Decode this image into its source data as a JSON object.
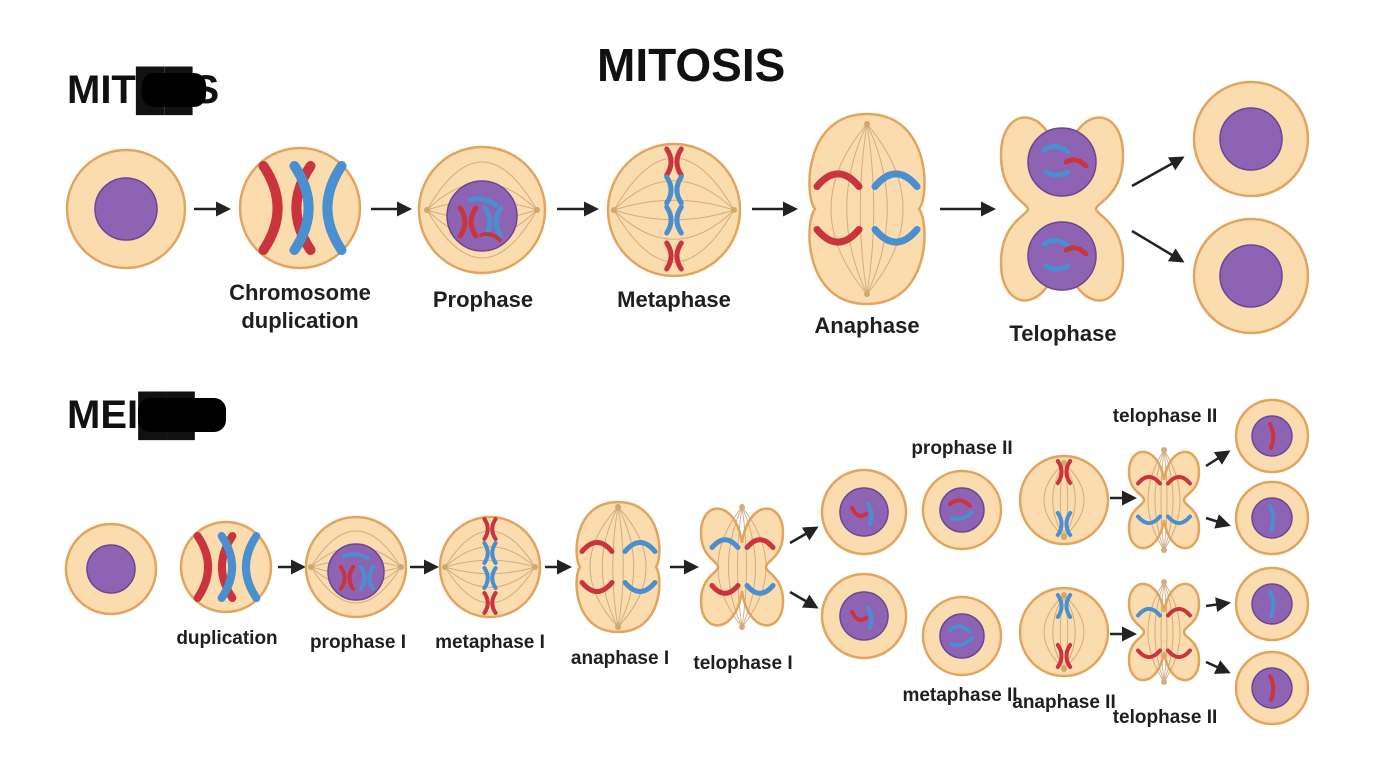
{
  "title": "MITOSIS",
  "colors": {
    "cell_fill": "#fadcaf",
    "cell_stroke": "#e1a55e",
    "nucleus": "#8e63b4",
    "chromosome_red": "#c9343d",
    "chromosome_blue": "#4a8fcf",
    "arrow": "#222222"
  },
  "mitosis": {
    "heading": "MIT██S",
    "labels": {
      "duplication_line1": "Chromosome",
      "duplication_line2": "duplication",
      "prophase": "Prophase",
      "metaphase": "Metaphase",
      "anaphase": "Anaphase",
      "telophase": "Telophase"
    }
  },
  "meiosis": {
    "heading": "MEI██S",
    "labels": {
      "duplication": "duplication",
      "prophase_1": "prophase I",
      "metaphase_1": "metaphase I",
      "anaphase_1": "anaphase I",
      "telophase_1": "telophase I",
      "prophase_2": "prophase II",
      "metaphase_2": "metaphase II",
      "anaphase_2": "anaphase II",
      "telophase_2_top": "telophase II",
      "telophase_2_bottom": "telophase II"
    }
  }
}
